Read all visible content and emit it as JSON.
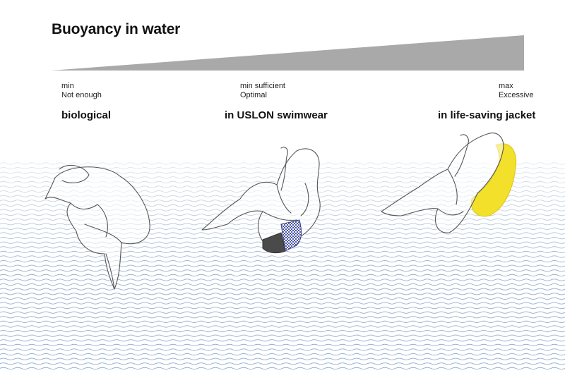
{
  "title": "Buoyancy in water",
  "colors": {
    "ramp": "#a9a9a9",
    "water": "#7f9fc4",
    "figure": "#555555",
    "jacket": "#f2e02a",
    "shorts": "#4a4a4a",
    "shorts_pattern": "#4b57a8"
  },
  "levels": [
    {
      "level": "min",
      "label": "Not enough",
      "category": "biological"
    },
    {
      "level": "min sufficient",
      "label": "Optimal",
      "category": "in USLON swimwear"
    },
    {
      "level": "max",
      "label": "Excessive",
      "category": "in life-saving jacket"
    }
  ]
}
